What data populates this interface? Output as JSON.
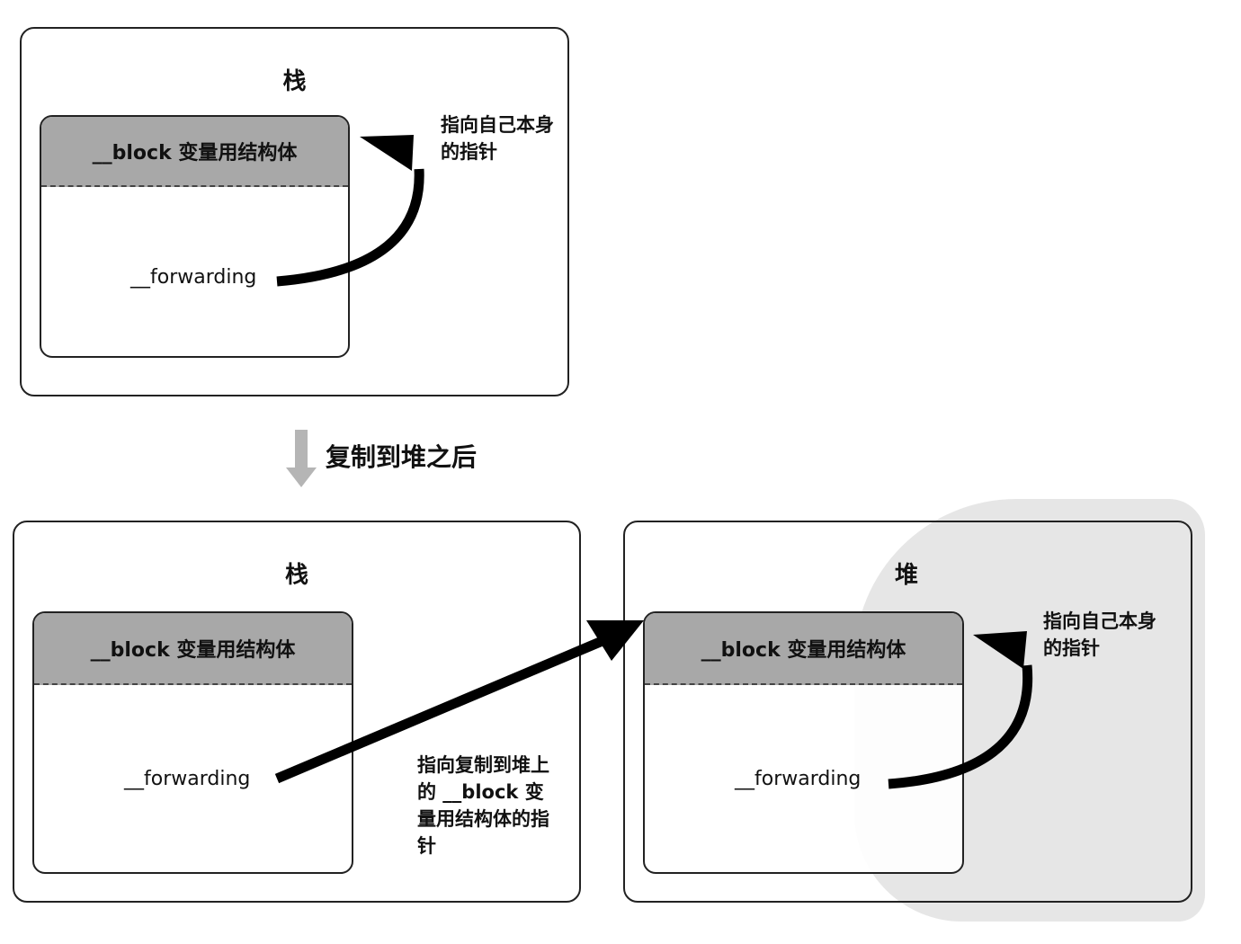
{
  "top": {
    "stack_title": "栈",
    "struct_header": "__block 变量用结构体",
    "forwarding_label": "__forwarding",
    "note": "指向自己本身的指针"
  },
  "transition": {
    "label": "复制到堆之后"
  },
  "bottom_stack": {
    "title": "栈",
    "struct_header": "__block 变量用结构体",
    "forwarding_label": "__forwarding",
    "note": "指向复制到堆上 的 __block 变量用结构体的指针"
  },
  "bottom_heap": {
    "title": "堆",
    "struct_header": "__block 变量用结构体",
    "forwarding_label": "__forwarding",
    "note": "指向自己本身的指针"
  },
  "colors": {
    "header_fill": "#a8a8a8",
    "arrow": "#000000",
    "transition_arrow": "#b5b5b5"
  }
}
